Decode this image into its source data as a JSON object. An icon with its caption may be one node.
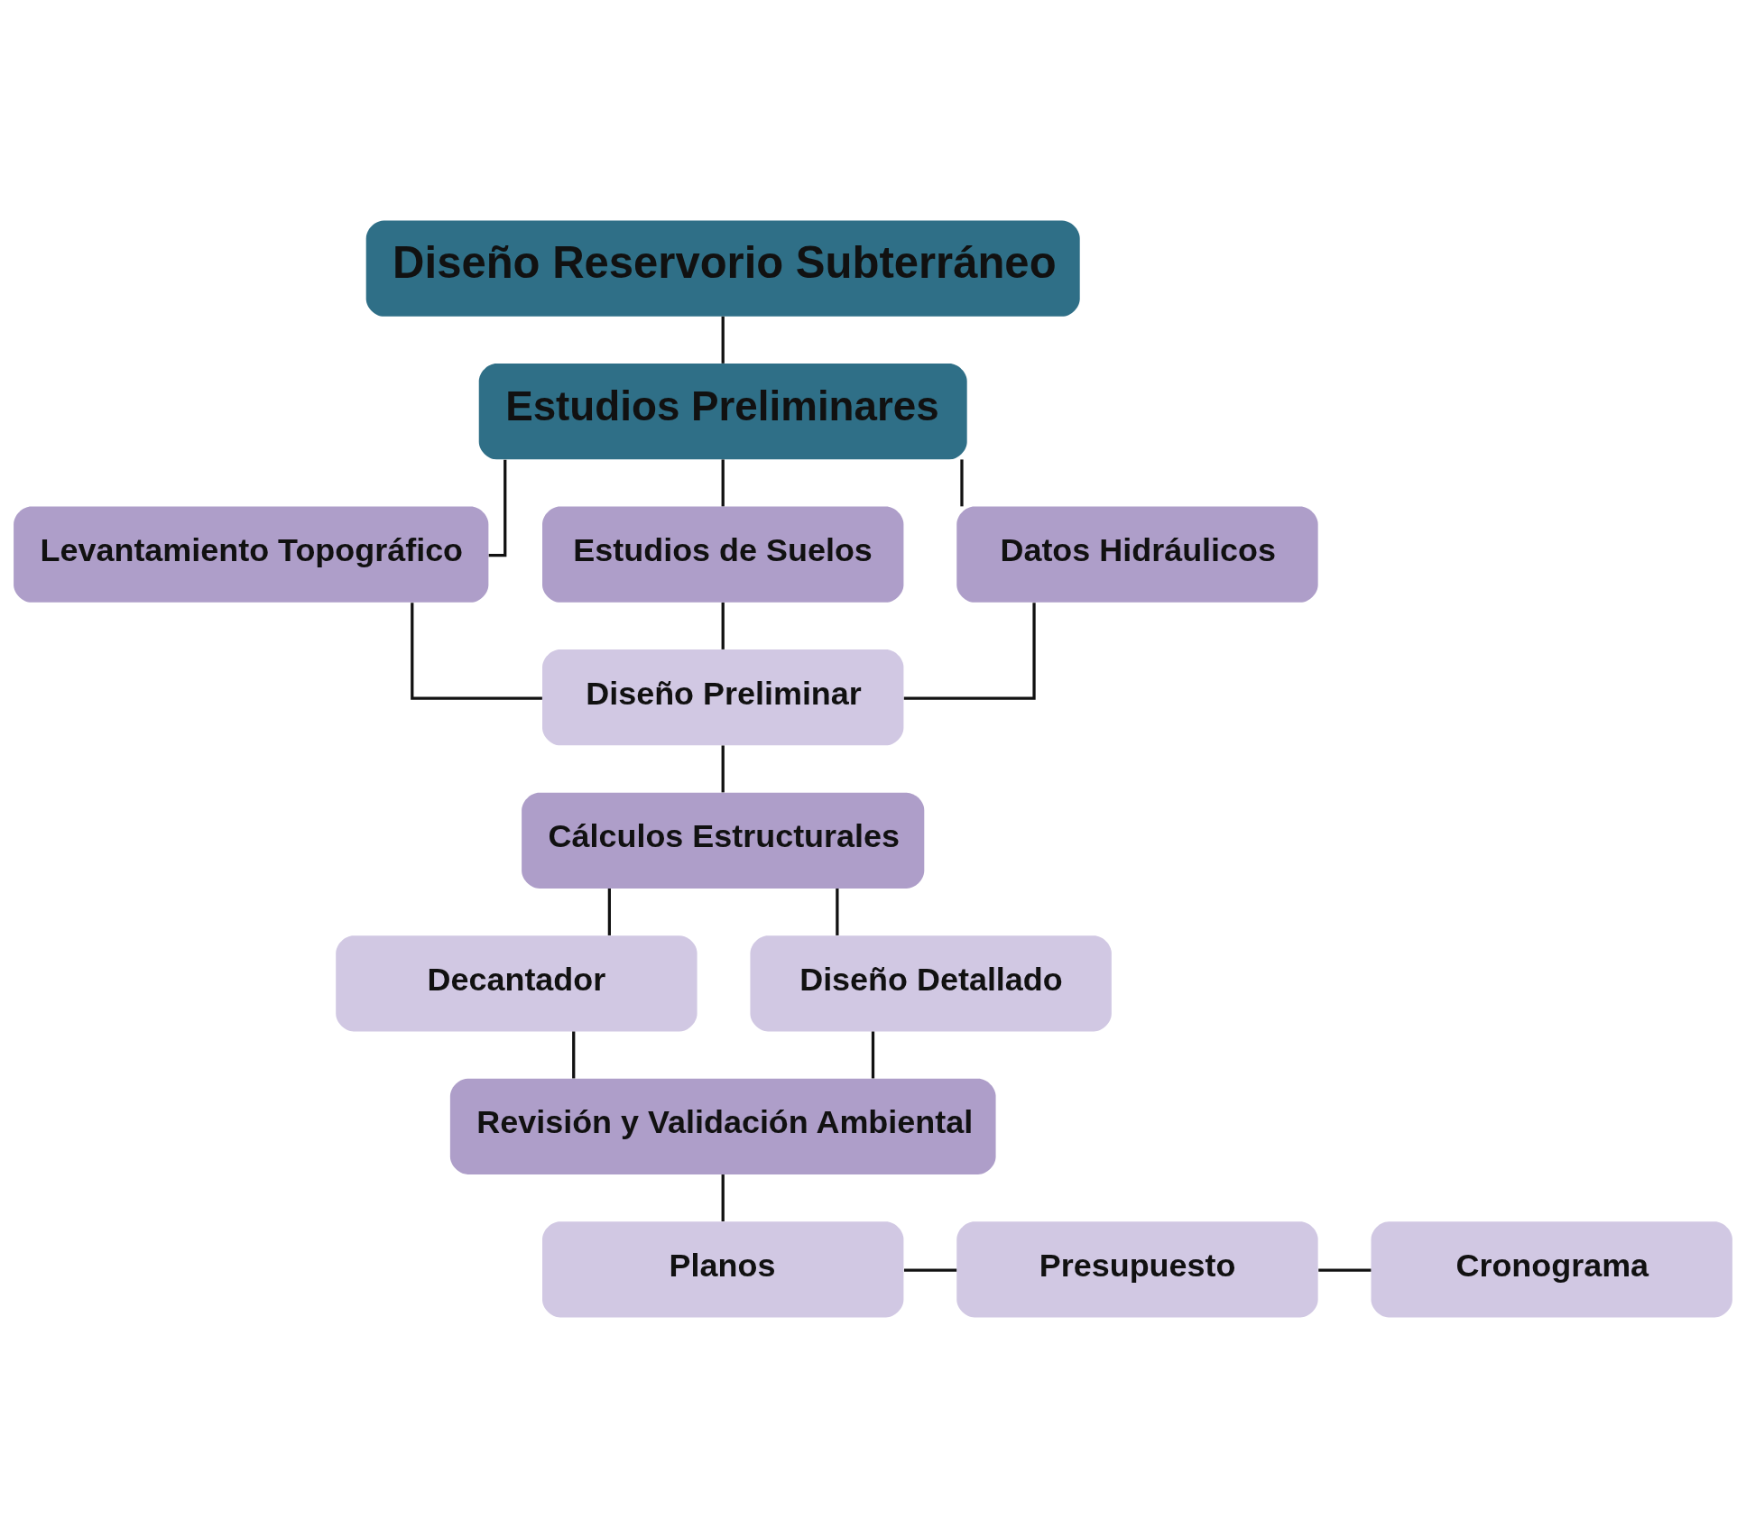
{
  "diagram": {
    "nodes": [
      {
        "text": [
          "Diseño Reservorio Subterráneo"
        ]
      },
      {
        "text": [
          "Estudios Preliminares"
        ]
      },
      {
        "text": [
          "Levantamiento Topográfico"
        ]
      },
      {
        "text": [
          "Estudios de Suelos"
        ]
      },
      {
        "text": [
          "Datos Hidráulicos"
        ]
      },
      {
        "text": [
          "Diseño Preliminar"
        ]
      },
      {
        "text": [
          "Cálculos Estructurales"
        ]
      },
      {
        "text": [
          "Decantador"
        ]
      },
      {
        "text": [
          "Diseño Detallado"
        ]
      },
      {
        "text": [
          "Revisión y Validación Ambiental"
        ]
      },
      {
        "text": [
          "Planos"
        ]
      },
      {
        "text": [
          "Presupuesto"
        ]
      },
      {
        "text": [
          "Cronograma"
        ]
      }
    ],
    "edges": [
      {
        "from": 0,
        "to": 1,
        "arrow": "none"
      },
      {
        "from": 1,
        "to": 2,
        "arrow": "none"
      },
      {
        "from": 1,
        "to": 3,
        "arrow": "none"
      },
      {
        "from": 1,
        "to": 4,
        "arrow": "none"
      },
      {
        "from": 2,
        "to": 5,
        "arrow": "none"
      },
      {
        "from": 3,
        "to": 5,
        "arrow": "none"
      },
      {
        "from": 4,
        "to": 5,
        "arrow": "none"
      },
      {
        "from": 5,
        "to": 6,
        "arrow": "none"
      },
      {
        "from": 6,
        "to": 7,
        "arrow": "none"
      },
      {
        "from": 6,
        "to": 8,
        "arrow": "none"
      },
      {
        "from": 7,
        "to": 9,
        "arrow": "none"
      },
      {
        "from": 8,
        "to": 9,
        "arrow": "none"
      },
      {
        "from": 9,
        "to": 10,
        "arrow": "none"
      },
      {
        "from": 10,
        "to": 11,
        "arrow": "none"
      },
      {
        "from": 11,
        "to": 12,
        "arrow": "none"
      }
    ]
  }
}
